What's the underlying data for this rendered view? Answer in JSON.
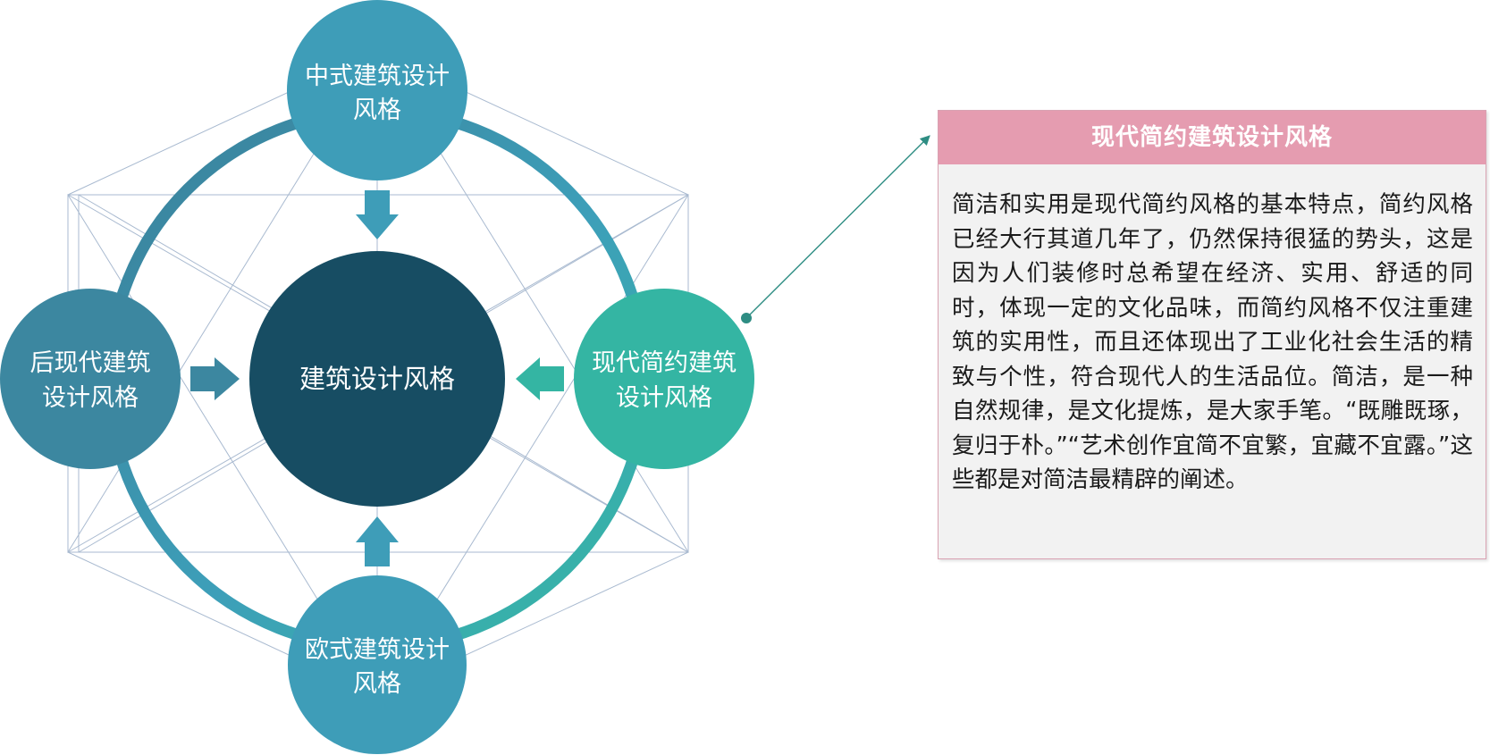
{
  "diagram": {
    "center": {
      "label": "建筑设计风格"
    },
    "nodes": {
      "top": {
        "line1": "中式建筑设计",
        "line2": "风格"
      },
      "left": {
        "line1": "后现代建筑",
        "line2": "设计风格"
      },
      "right": {
        "line1": "现代简约建筑",
        "line2": "设计风格"
      },
      "bottom": {
        "line1": "欧式建筑设计",
        "line2": "风格"
      }
    },
    "colors": {
      "center": "#174d63",
      "node_blue": "#3e9db8",
      "node_left": "#3c87a0",
      "node_teal": "#34b5a3",
      "ring_dark": "#3a7f99",
      "ring_teal": "#35b9a3",
      "grid_lines": "#a9bad0",
      "callout": "#2e8d83"
    }
  },
  "info": {
    "title": "现代简约建筑设计风格",
    "body": "简洁和实用是现代简约风格的基本特点，简约风格已经大行其道几年了，仍然保持很猛的势头，这是因为人们装修时总希望在经济、实用、舒适的同时，体现一定的文化品味，而简约风格不仅注重建筑的实用性，而且还体现出了工业化社会生活的精致与个性，符合现代人的生活品位。简洁，是一种自然规律，是文化提炼，是大家手笔。“既雕既琢，复归于朴。”“艺术创作宜简不宜繁，宜藏不宜露。”这些都是对简洁最精辟的阐述。",
    "colors": {
      "title_bg": "#e59cb0",
      "border": "#d9a2b2",
      "body_bg": "#f2f2f2"
    }
  }
}
